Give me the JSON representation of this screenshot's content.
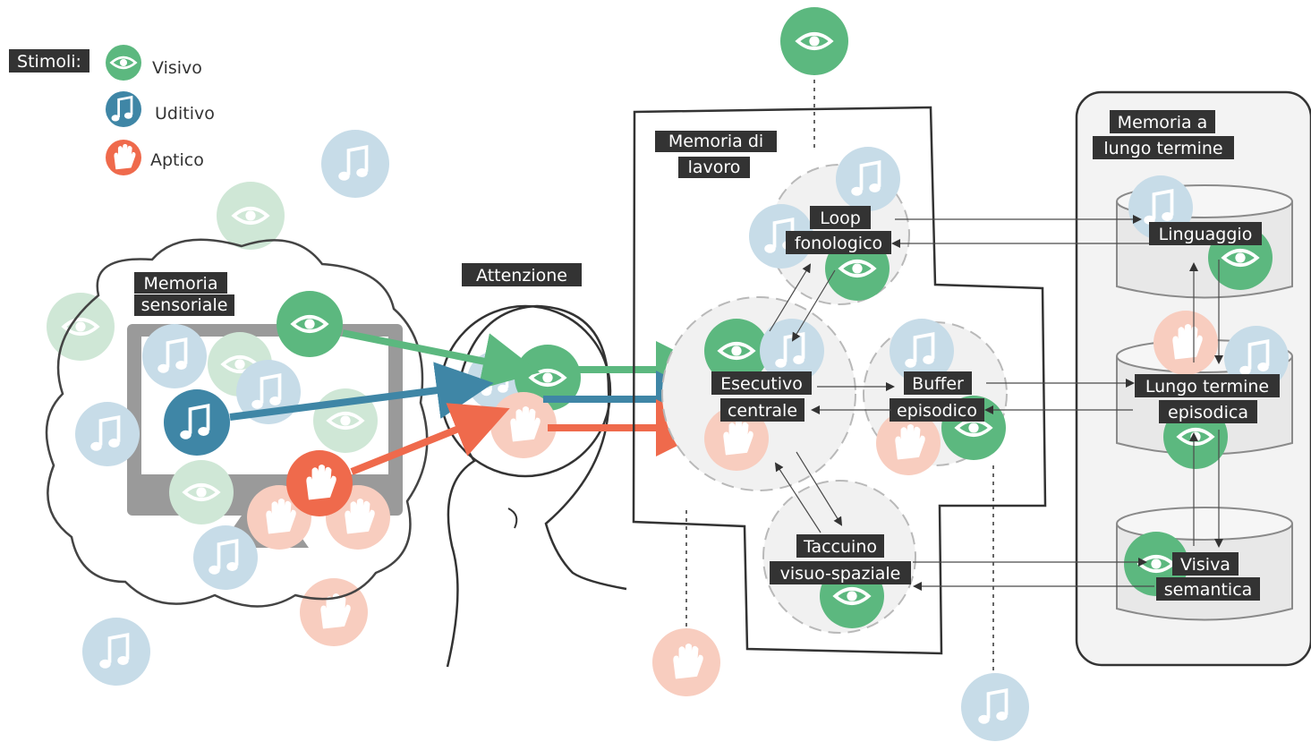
{
  "legend": {
    "title": "Stimoli:",
    "items": [
      {
        "label": "Visivo",
        "icon": "eye-icon",
        "color": "#5cb87f"
      },
      {
        "label": "Uditivo",
        "icon": "music-note-icon",
        "color": "#3f86a6"
      },
      {
        "label": "Aptico",
        "icon": "hand-icon",
        "color": "#ef6a4c"
      }
    ]
  },
  "labels": {
    "sensory_memory": [
      "Memoria",
      "sensoriale"
    ],
    "attention": "Attenzione",
    "working_memory": [
      "Memoria di",
      "lavoro"
    ],
    "long_term_memory": [
      "Memoria a",
      "lungo termine"
    ],
    "phonological_loop": [
      "Loop",
      "fonologico"
    ],
    "central_executive": [
      "Esecutivo",
      "centrale"
    ],
    "episodic_buffer": [
      "Buffer",
      "episodico"
    ],
    "visuospatial_sketchpad": [
      "Taccuino",
      "visuo-spaziale"
    ],
    "language": "Linguaggio",
    "episodic_ltm": [
      "Lungo termine",
      "episodica"
    ],
    "visual_semantic": [
      "Visiva",
      "semantica"
    ]
  },
  "colors": {
    "visual": "#5cb87f",
    "auditory": "#3f86a6",
    "haptic": "#ef6a4c",
    "visual_faded": "#cfe7d6",
    "auditory_faded": "#c7dce8",
    "haptic_faded": "#f8cdbf",
    "label_bg": "#333333"
  }
}
